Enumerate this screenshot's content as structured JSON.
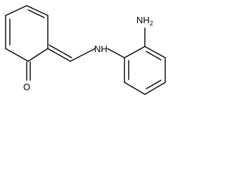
{
  "molecule": {
    "labels": {
      "amine": "NH2",
      "imine_bridge": "NH",
      "carbonyl_oxygen": "O"
    },
    "colors": {
      "background": "#ffffff",
      "bond": "#000000",
      "text": "#000000"
    }
  }
}
